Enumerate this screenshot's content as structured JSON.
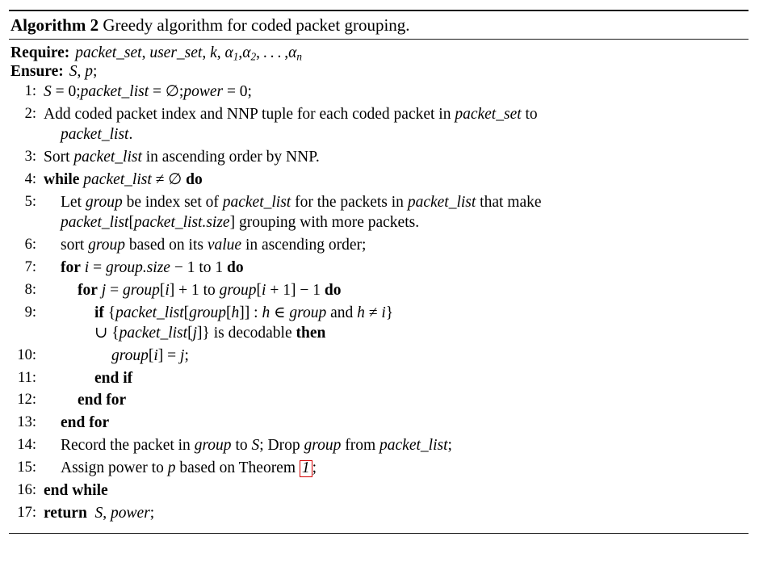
{
  "document": {
    "type": "algorithm-float",
    "title_label": "Algorithm 2",
    "title_text": "Greedy algorithm for coded packet grouping.",
    "require_keyword": "Require:",
    "require_args": "packet_set, user_set, k, α1, α2, . . . , αn",
    "ensure_keyword": "Ensure:",
    "ensure_args": "S, p;",
    "link_ref": "1",
    "link_color": "#d40000"
  },
  "lines": [
    {
      "num": "1:",
      "text": "S = 0; packet_list = ∅; power = 0;"
    },
    {
      "num": "2:",
      "text": "Add coded packet index and NNP tuple for each coded packet in packet_set to packet_list."
    },
    {
      "num": "3:",
      "text": "Sort packet_list in ascending order by NNP."
    },
    {
      "num": "4:",
      "text": "while packet_list ≠ ∅ do"
    },
    {
      "num": "5:",
      "text": "Let group be index set of packet_list for the packets in packet_list that make packet_list[packet_list.size] grouping with more packets."
    },
    {
      "num": "6:",
      "text": "sort group based on its value in ascending order;"
    },
    {
      "num": "7:",
      "text": "for i = group.size − 1 to 1 do"
    },
    {
      "num": "8:",
      "text": "for j = group[i] + 1 to group[i + 1] − 1 do"
    },
    {
      "num": "9:",
      "text": "if {packet_list[group[h]] : h ∈ group and h ≠ i} ∪ {packet_list[j]} is decodable then"
    },
    {
      "num": "10:",
      "text": "group[i] = j;"
    },
    {
      "num": "11:",
      "text": "end if"
    },
    {
      "num": "12:",
      "text": "end for"
    },
    {
      "num": "13:",
      "text": "end for"
    },
    {
      "num": "14:",
      "text": "Record the packet in group to S; Drop group from packet_list;"
    },
    {
      "num": "15:",
      "text": "Assign power to p based on Theorem 1;"
    },
    {
      "num": "16:",
      "text": "end while"
    },
    {
      "num": "17:",
      "text": "return  S, power;"
    }
  ]
}
